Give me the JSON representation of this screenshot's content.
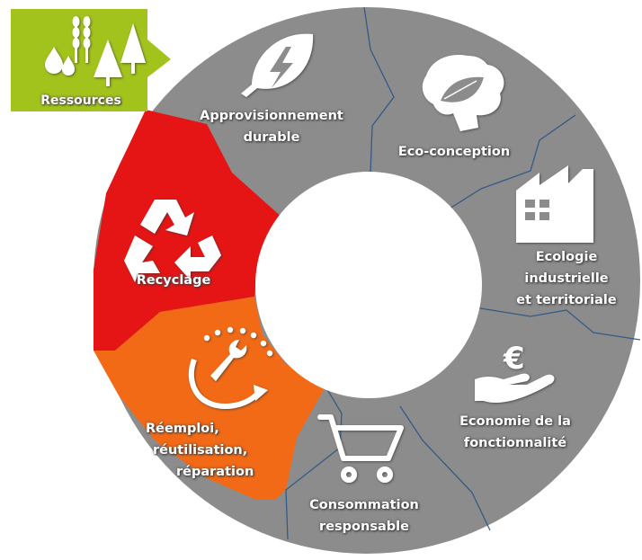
{
  "colors": {
    "segment_gray": "#8c8c8c",
    "recycling_red": "#e51515",
    "reuse_orange": "#f26a16",
    "resources_green": "#a2c31c",
    "divider_blue": "#2a5585",
    "inner_white": "#ffffff"
  },
  "diagram": {
    "resources": {
      "label": "Ressources",
      "icon": "resources-icon"
    },
    "segments": [
      {
        "id": "approvisionnement",
        "lines": [
          "Approvisionnement",
          "durable"
        ],
        "icon": "leaf-bolt-icon"
      },
      {
        "id": "eco-conception",
        "lines": [
          "Eco-conception"
        ],
        "icon": "brain-leaf-icon"
      },
      {
        "id": "ecologie",
        "lines": [
          "Ecologie",
          "industrielle",
          "et territoriale"
        ],
        "icon": "factory-icon"
      },
      {
        "id": "economie",
        "lines": [
          "Economie de la",
          "fonctionnalité"
        ],
        "icon": "euro-hand-icon"
      },
      {
        "id": "consommation",
        "lines": [
          "Consommation",
          "responsable"
        ],
        "icon": "shopping-cart-icon"
      },
      {
        "id": "reemploi",
        "lines": [
          "Réemploi,",
          "réutilisation,",
          "réparation"
        ],
        "icon": "wrench-cycle-icon"
      },
      {
        "id": "recyclage",
        "lines": [
          "Recyclage"
        ],
        "icon": "recycle-icon"
      }
    ]
  }
}
